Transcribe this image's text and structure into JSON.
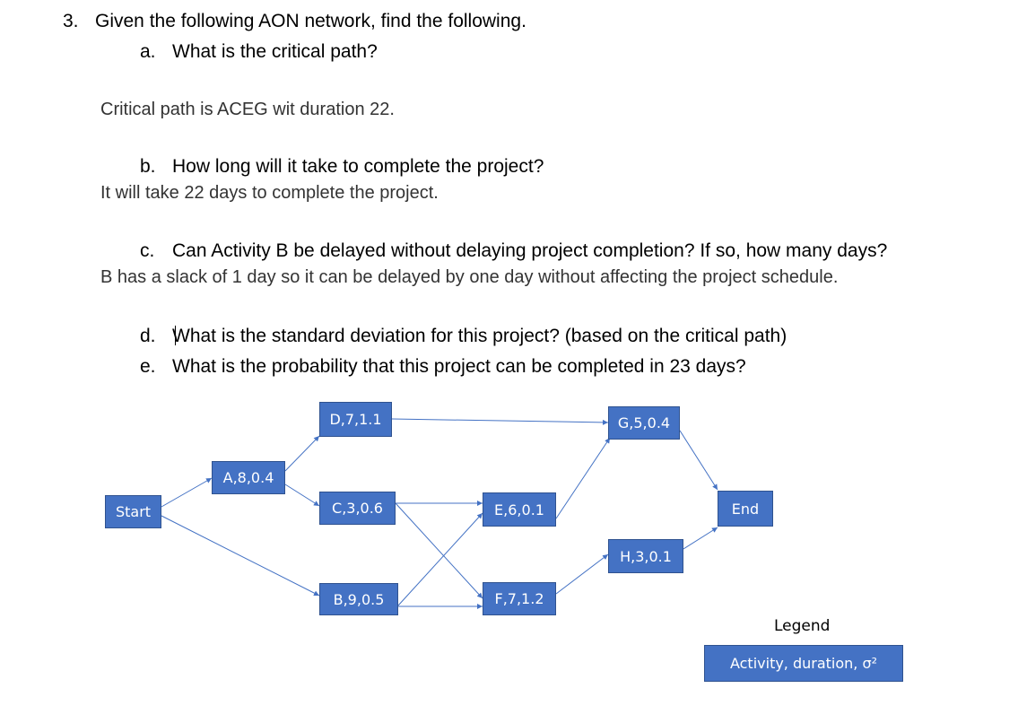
{
  "question": {
    "number": "3.",
    "prompt": "Given the following AON network, find the following.",
    "parts": [
      {
        "letter": "a.",
        "text": "What is the critical path?",
        "answer": "Critical path is ACEG wit duration 22."
      },
      {
        "letter": "b.",
        "text": "How long will it take to complete the project?",
        "answer": "It will take 22 days to complete the project."
      },
      {
        "letter": "c.",
        "text": "Can Activity B be delayed without delaying project completion? If so, how many days?",
        "answer": "B has a slack of 1 day so it can be delayed by one day without affecting the project schedule."
      },
      {
        "letter": "d.",
        "text": "What is the standard deviation for this project? (based on the critical path)"
      },
      {
        "letter": "e.",
        "text": "What is the probability that this project can be completed in 23 days?"
      }
    ]
  },
  "network": {
    "nodes": {
      "start": "Start",
      "a": "A,8,0.4",
      "d": "D,7,1.1",
      "c": "C,3,0.6",
      "b": "B,9,0.5",
      "e": "E,6,0.1",
      "f": "F,7,1.2",
      "g": "G,5,0.4",
      "h": "H,3,0.1",
      "end": "End"
    },
    "edges": [
      [
        "start",
        "a"
      ],
      [
        "start",
        "b"
      ],
      [
        "a",
        "d"
      ],
      [
        "a",
        "c"
      ],
      [
        "d",
        "g"
      ],
      [
        "c",
        "e"
      ],
      [
        "c",
        "f"
      ],
      [
        "b",
        "e"
      ],
      [
        "b",
        "f"
      ],
      [
        "e",
        "g"
      ],
      [
        "f",
        "h"
      ],
      [
        "g",
        "end"
      ],
      [
        "h",
        "end"
      ]
    ],
    "node_color": "#4472C4",
    "edge_color": "#4472C4"
  },
  "legend": {
    "title": "Legend",
    "label": "Activity, duration, σ²"
  }
}
